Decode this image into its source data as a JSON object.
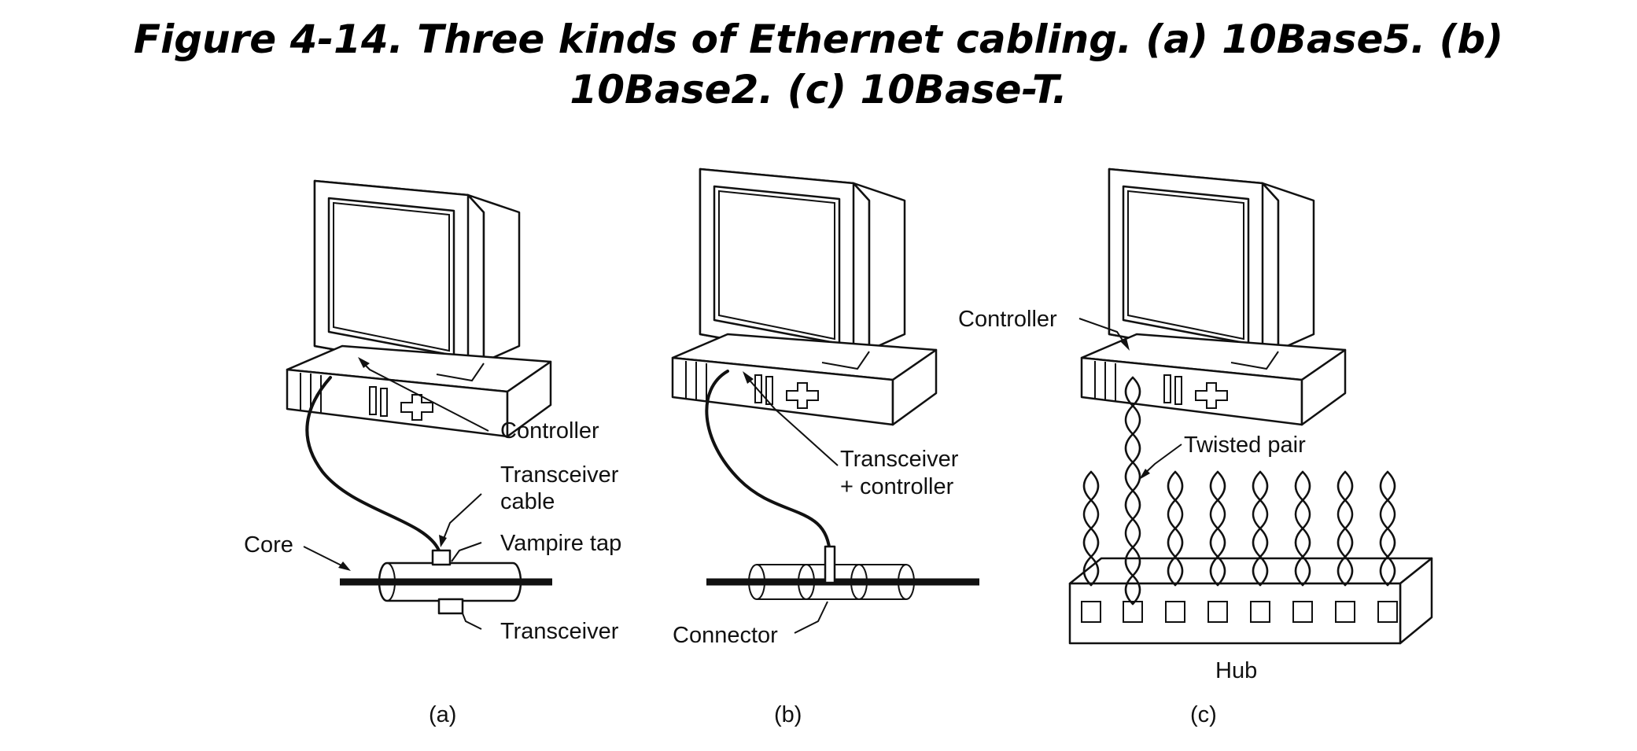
{
  "figure": {
    "title_line1": "Figure 4-14. Three kinds of Ethernet cabling. (a) 10Base5. (b)",
    "title_line2": "10Base2. (c) 10Base-T."
  },
  "panel_a": {
    "caption": "(a)",
    "labels": {
      "controller": "Controller",
      "transceiver_cable_1": "Transceiver",
      "transceiver_cable_2": "cable",
      "core": "Core",
      "vampire_tap": "Vampire tap",
      "transceiver": "Transceiver"
    }
  },
  "panel_b": {
    "caption": "(b)",
    "labels": {
      "transceiver_controller_1": "Transceiver",
      "transceiver_controller_2": "+ controller",
      "connector": "Connector"
    }
  },
  "panel_c": {
    "caption": "(c)",
    "labels": {
      "controller": "Controller",
      "twisted_pair": "Twisted pair",
      "hub": "Hub"
    }
  }
}
